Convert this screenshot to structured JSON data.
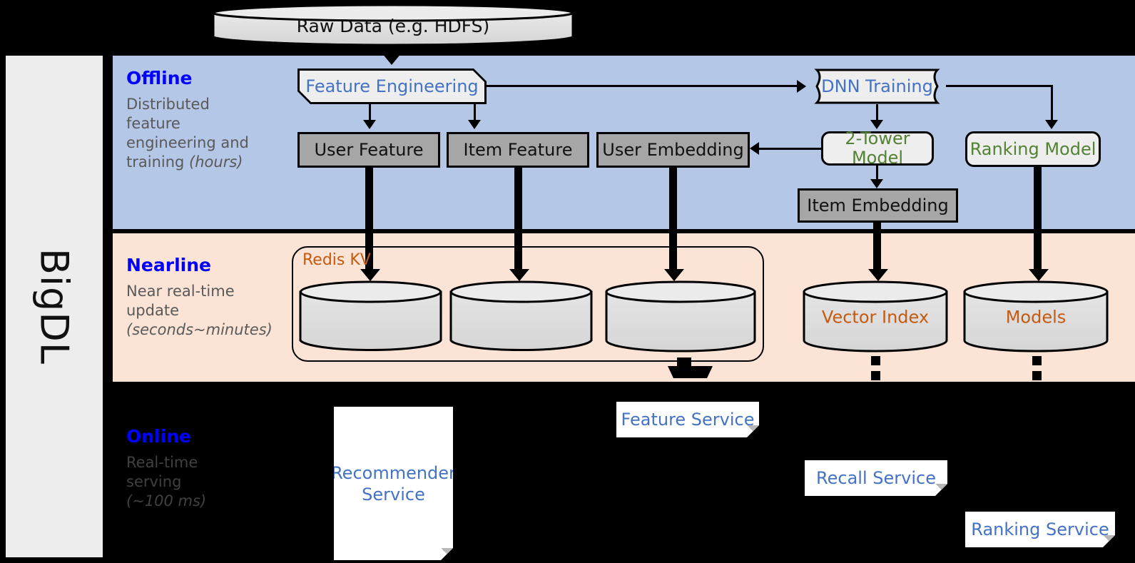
{
  "platform": {
    "name": "BigDL"
  },
  "top_source": {
    "label": "Raw Data (e.g. HDFS)",
    "shape": "cylinder"
  },
  "bands": [
    {
      "id": "offline",
      "title": "Offline",
      "subtitle": "Distributed feature engineering and ",
      "subtitle_italic": "(hours)",
      "bg": "#b4c7e7"
    },
    {
      "id": "nearline",
      "title": "Nearline",
      "subtitle": "Near real-time update ",
      "subtitle_italic": "(seconds~minutes)",
      "bg": "#fbe4d5"
    },
    {
      "id": "online",
      "title": "Online",
      "subtitle": "Real-time serving ",
      "subtitle_italic": "(~100 ms)",
      "bg": "#000000"
    }
  ],
  "offline": {
    "title": "Offline",
    "desc_line1": "Distributed",
    "desc_line2": "feature",
    "desc_line3": "engineering and",
    "desc_line4": "training ",
    "desc_italic": "(hours)",
    "nodes": {
      "feature_engineering": "Feature Engineering",
      "dnn_training": "DNN Training",
      "user_feature": "User Feature",
      "item_feature": "Item Feature",
      "user_embedding": "User Embedding",
      "two_tower_model": "2-Tower Model",
      "ranking_model": "Ranking Model",
      "item_embedding": "Item Embedding"
    }
  },
  "nearline": {
    "title": "Nearline",
    "desc_line1": "Near real-time",
    "desc_line2": "update",
    "desc_italic": "(seconds~minutes)",
    "group_label": "Redis KV",
    "stores": [
      {
        "label": "",
        "name": "user-feature-store"
      },
      {
        "label": "",
        "name": "item-feature-store"
      },
      {
        "label": "",
        "name": "user-embedding-store"
      }
    ],
    "vector_index": "Vector Index",
    "models": "Models"
  },
  "online": {
    "title": "Online",
    "desc_line1": "Real-time",
    "desc_line2": "serving",
    "desc_italic": "(~100 ms)",
    "services": {
      "recommender": "Recommender Service",
      "recommender_l1": "Recommender",
      "recommender_l2": "Service",
      "feature": "Feature Service",
      "recall": "Recall Service",
      "ranking": "Ranking Service"
    }
  },
  "colors": {
    "offline_bg": "#b4c7e7",
    "nearline_bg": "#fbe4d5",
    "online_bg": "#000000",
    "band_title": "#0000ff",
    "band_sub": "#595959",
    "process_text_blue": "#4472c4",
    "process_text_green": "#548235",
    "store_text_orange": "#c55a11",
    "grey_box_fill": "#a6a6a6",
    "rail_fill": "#ededed"
  }
}
